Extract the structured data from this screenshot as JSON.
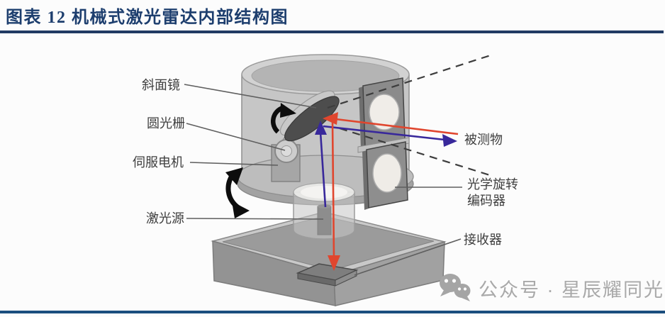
{
  "figure": {
    "title": "图表 12  机械式激光雷达内部结构图",
    "labels": {
      "inclined_mirror": "斜面镜",
      "circular_grating": "圆光栅",
      "servo_motor": "伺服电机",
      "laser_source": "激光源",
      "measured_object": "被测物",
      "optical_rotary_encoder_line1": "光学旋转",
      "optical_rotary_encoder_line2": "编码器",
      "receiver": "接收器"
    },
    "colors": {
      "title_navy": "#1d3e6e",
      "rule_top": "#203a63",
      "rule_bottom": "#1b4e7e",
      "outgoing_beam_purple": "#38289b",
      "return_beam_red": "#e0462e",
      "rotation_arrow_black": "#0d0d0d",
      "label_text": "#3e3e3e",
      "watermark_gray": "#a9a9a9"
    },
    "watermark": {
      "text": "公众号 · 星辰耀同光"
    }
  }
}
